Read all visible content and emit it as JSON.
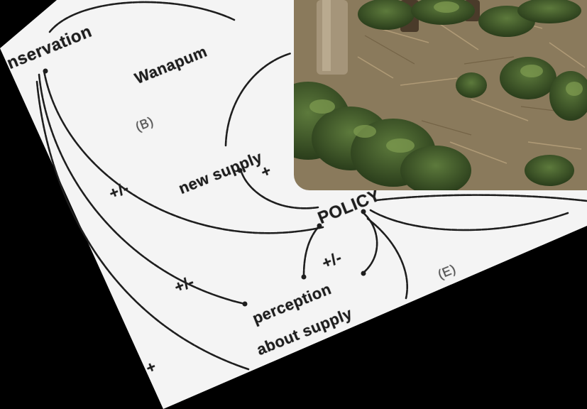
{
  "diagram": {
    "labels": {
      "conservation": "nservation",
      "wanapum": "Wanapum",
      "loop_b": "(B)",
      "plus_minus_left": "+/-",
      "new_supply": "new supply",
      "plus_new_supply": "+",
      "policy": "POLICY",
      "plus_minus_mid": "+/-",
      "plus_minus_lower": "+/-",
      "loop_e": "(E)",
      "perception_line1": "perception",
      "perception_line2": "about supply",
      "plus_bottom": "+"
    }
  },
  "colors": {
    "paper": "#f4f4f4",
    "ink": "#1e1e1e",
    "background": "#000000"
  }
}
